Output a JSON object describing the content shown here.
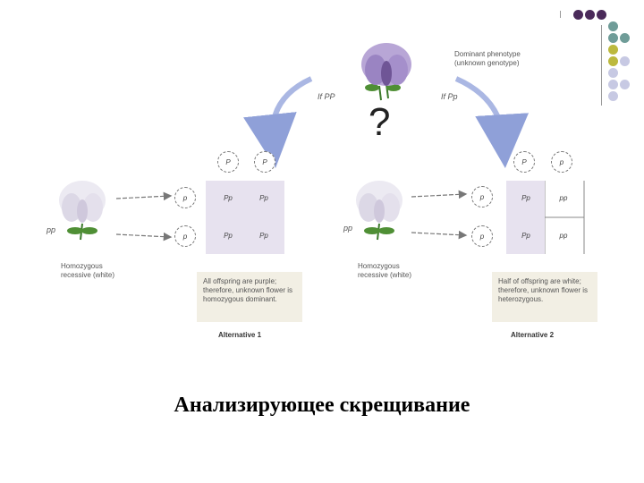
{
  "decor": {
    "colors": {
      "purple": "#4a2a5a",
      "teal": "#6f9c98",
      "olive": "#bcb93e",
      "lavender": "#c7c9e3"
    }
  },
  "top": {
    "phenotype_label": "Dominant phenotype (unknown genotype)",
    "question_mark": "?",
    "branch_left": "If PP",
    "branch_right": "If Pp"
  },
  "alternative1": {
    "parent_genotype": "pp",
    "parent_label": "Homozygous recessive (white)",
    "top_gametes": [
      "P",
      "P"
    ],
    "side_gametes": [
      "p",
      "p"
    ],
    "cells": [
      "Pp",
      "Pp",
      "Pp",
      "Pp"
    ],
    "note": "All offspring are purple; therefore, unknown flower is homozygous dominant.",
    "caption": "Alternative 1"
  },
  "alternative2": {
    "parent_genotype": "pp",
    "parent_label": "Homozygous recessive (white)",
    "top_gametes": [
      "P",
      "p"
    ],
    "side_gametes": [
      "p",
      "p"
    ],
    "cells": [
      "Pp",
      "pp",
      "Pp",
      "pp"
    ],
    "note": "Half of offspring are white; therefore, unknown flower is heterozygous.",
    "caption": "Alternative 2"
  },
  "title": "Анализирующее скрещивание"
}
